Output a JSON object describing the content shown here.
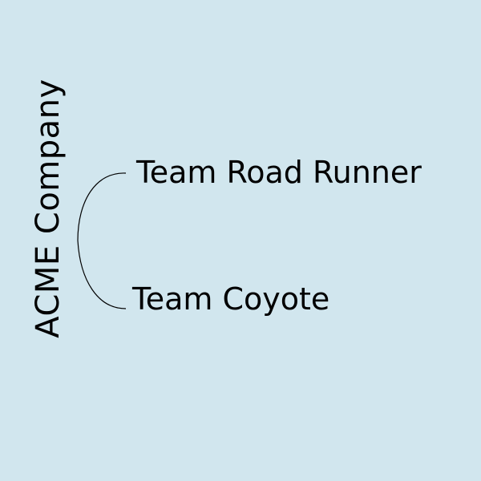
{
  "diagram": {
    "root": {
      "label": "ACME Company"
    },
    "children": [
      {
        "label": "Team Road Runner"
      },
      {
        "label": "Team Coyote"
      }
    ]
  },
  "colors": {
    "background": "#d1e6ee",
    "text": "#000000",
    "connector": "#000000"
  }
}
